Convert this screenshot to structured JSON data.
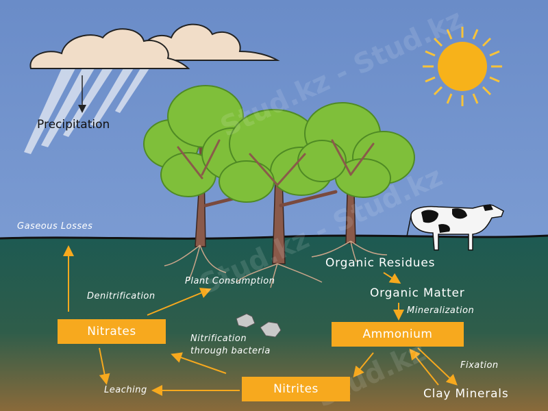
{
  "labels": {
    "precipitation": "Precipitation",
    "gaseous_losses": "Gaseous Losses",
    "plant_consumption": "Plant Consumption",
    "denitrification": "Denitrification",
    "organic_residues": "Organic Residues",
    "organic_matter": "Organic Matter",
    "mineralization": "Mineralization",
    "nitrification_line1": "Nitrification",
    "nitrification_line2": "through bacteria",
    "fixation": "Fixation",
    "leaching": "Leaching",
    "clay_minerals": "Clay Minerals"
  },
  "boxes": {
    "nitrates": "Nitrates",
    "ammonium": "Ammonium",
    "nitrites": "Nitrites"
  },
  "watermark": "Stud.kz",
  "colors": {
    "sky": "#6f8fc9",
    "soil_top": "#1d5a52",
    "soil_bottom": "#8a6a3a",
    "box": "#f7a91e",
    "arrow": "#f7a91e",
    "foliage": "#7fbf3a",
    "trunk": "#8a5a4a",
    "sun": "#f7b21a"
  }
}
